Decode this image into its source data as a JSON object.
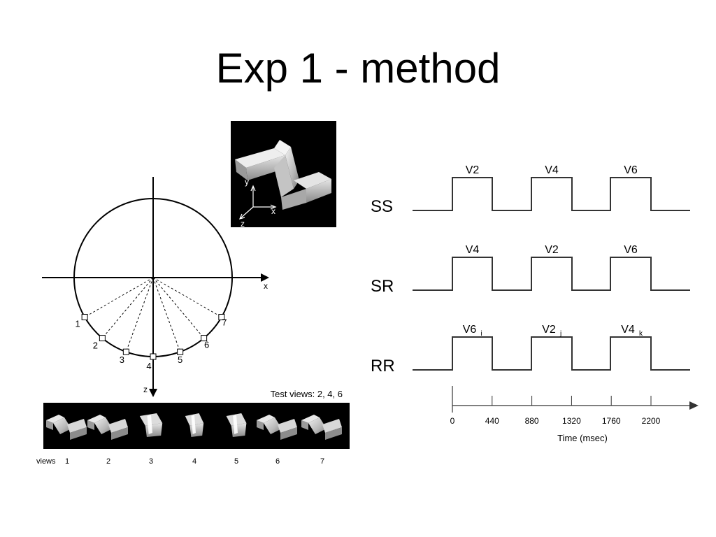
{
  "title": "Exp 1 - method",
  "axes_inset": {
    "y": "y",
    "x": "x",
    "z": "z"
  },
  "circle_diagram": {
    "x_axis": "x",
    "z_axis": "z",
    "view_numbers": [
      "1",
      "2",
      "3",
      "4",
      "5",
      "6",
      "7"
    ]
  },
  "strip": {
    "test_views_label": "Test views: 2, 4, 6",
    "views_label": "views",
    "view_numbers": [
      "1",
      "2",
      "3",
      "4",
      "5",
      "6",
      "7"
    ]
  },
  "timing": {
    "rows": [
      {
        "label": "SS",
        "pulses": [
          {
            "base": "V2",
            "sub": ""
          },
          {
            "base": "V4",
            "sub": ""
          },
          {
            "base": "V6",
            "sub": ""
          }
        ]
      },
      {
        "label": "SR",
        "pulses": [
          {
            "base": "V4",
            "sub": ""
          },
          {
            "base": "V2",
            "sub": ""
          },
          {
            "base": "V6",
            "sub": ""
          }
        ]
      },
      {
        "label": "RR",
        "pulses": [
          {
            "base": "V6",
            "sub": "i"
          },
          {
            "base": "V2",
            "sub": "j"
          },
          {
            "base": "V4",
            "sub": "k"
          }
        ]
      }
    ],
    "ticks": [
      "0",
      "440",
      "880",
      "1320",
      "1760",
      "2200"
    ],
    "xlabel": "Time (msec)"
  }
}
